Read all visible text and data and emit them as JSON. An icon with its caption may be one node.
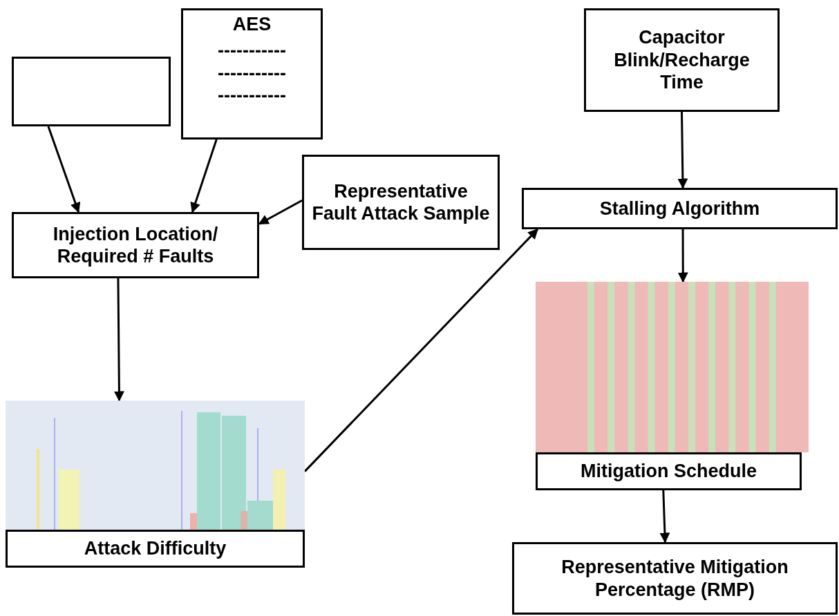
{
  "diagram": {
    "nodes": [
      {
        "text": [],
        "shape": "box"
      },
      {
        "text": [
          "AES",
          "----------- ----------- -----------"
        ]
      },
      {
        "text": [
          "Capacitor Blink/Recharge Time"
        ]
      },
      {
        "text": [
          "Representative Fault Attack Sample"
        ]
      },
      {
        "text": [
          "Stalling Algorithm"
        ]
      },
      {
        "text": [
          "Injection Location/ Required # Faults"
        ]
      },
      {
        "text": [],
        "shape": "picture"
      },
      {
        "text": [],
        "shape": "picture"
      },
      {
        "text": [
          "Mitigation Schedule"
        ]
      },
      {
        "text": [
          "Attack Difficulty"
        ]
      },
      {
        "text": [
          "Representative Mitigation Percentage (RMP)"
        ]
      }
    ],
    "edges": [
      {
        "from": 0,
        "to": 5,
        "arrow": "to"
      },
      {
        "from": 1,
        "to": 5,
        "arrow": "to"
      },
      {
        "from": 3,
        "to": 5,
        "arrow": "to"
      },
      {
        "from": 2,
        "to": 4,
        "arrow": "to"
      },
      {
        "from": 5,
        "to": 6,
        "arrow": "to"
      },
      {
        "from": 6,
        "to": 4,
        "arrow": "to"
      },
      {
        "from": 4,
        "to": 7,
        "arrow": "to"
      },
      {
        "from": 8,
        "to": 10,
        "arrow": "to"
      }
    ]
  }
}
